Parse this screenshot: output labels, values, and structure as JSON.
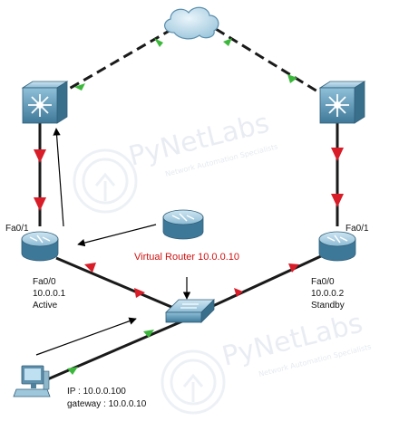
{
  "watermark": {
    "title": "PyNetLabs",
    "subtitle": "Network Automation Specialists"
  },
  "labels": {
    "left_router_top_port": "Fa0/1",
    "left_router_bottom_port": "Fa0/0",
    "left_router_ip": "10.0.0.1",
    "left_router_state": "Active",
    "right_router_top_port": "Fa0/1",
    "right_router_bottom_port": "Fa0/0",
    "right_router_ip": "10.0.0.2",
    "right_router_state": "Standby",
    "virtual_router": "Virtual Router 10.0.0.10",
    "pc_ip": "IP : 10.0.0.100",
    "pc_gateway": "gateway : 10.0.0.10"
  },
  "icons": {
    "cloud": "cloud-icon",
    "multilayer_switch": "multilayer-switch-icon",
    "router": "router-icon",
    "workgroup_switch": "switch-icon",
    "pc": "pc-icon"
  },
  "colors": {
    "link": "#1a1a1a",
    "link_up_marker": "#3bb83b",
    "link_down_marker": "#d81c28",
    "virtual_router_text": "#d01010",
    "device_blue": "#4f8fb0"
  }
}
